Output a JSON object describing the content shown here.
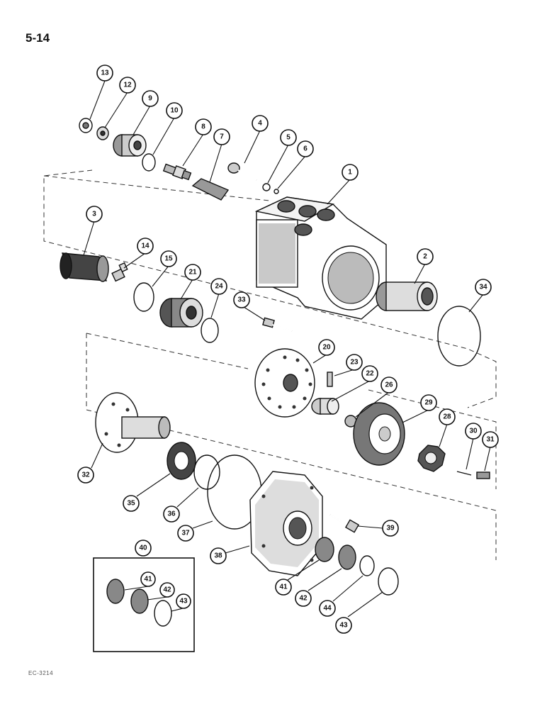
{
  "page": {
    "page_number": "5-14",
    "footer_code": "EC-3214"
  },
  "callouts": [
    "1",
    "2",
    "3",
    "4",
    "5",
    "6",
    "7",
    "8",
    "9",
    "10",
    "12",
    "13",
    "14",
    "15",
    "20",
    "21",
    "22",
    "23",
    "24",
    "26",
    "28",
    "29",
    "30",
    "31",
    "32",
    "33",
    "34",
    "35",
    "36",
    "37",
    "38",
    "39",
    "40",
    "41",
    "42",
    "43",
    "44"
  ],
  "kit_callouts": [
    "41",
    "42",
    "43"
  ],
  "colors": {
    "ink": "#111111",
    "paper": "#ffffff"
  }
}
